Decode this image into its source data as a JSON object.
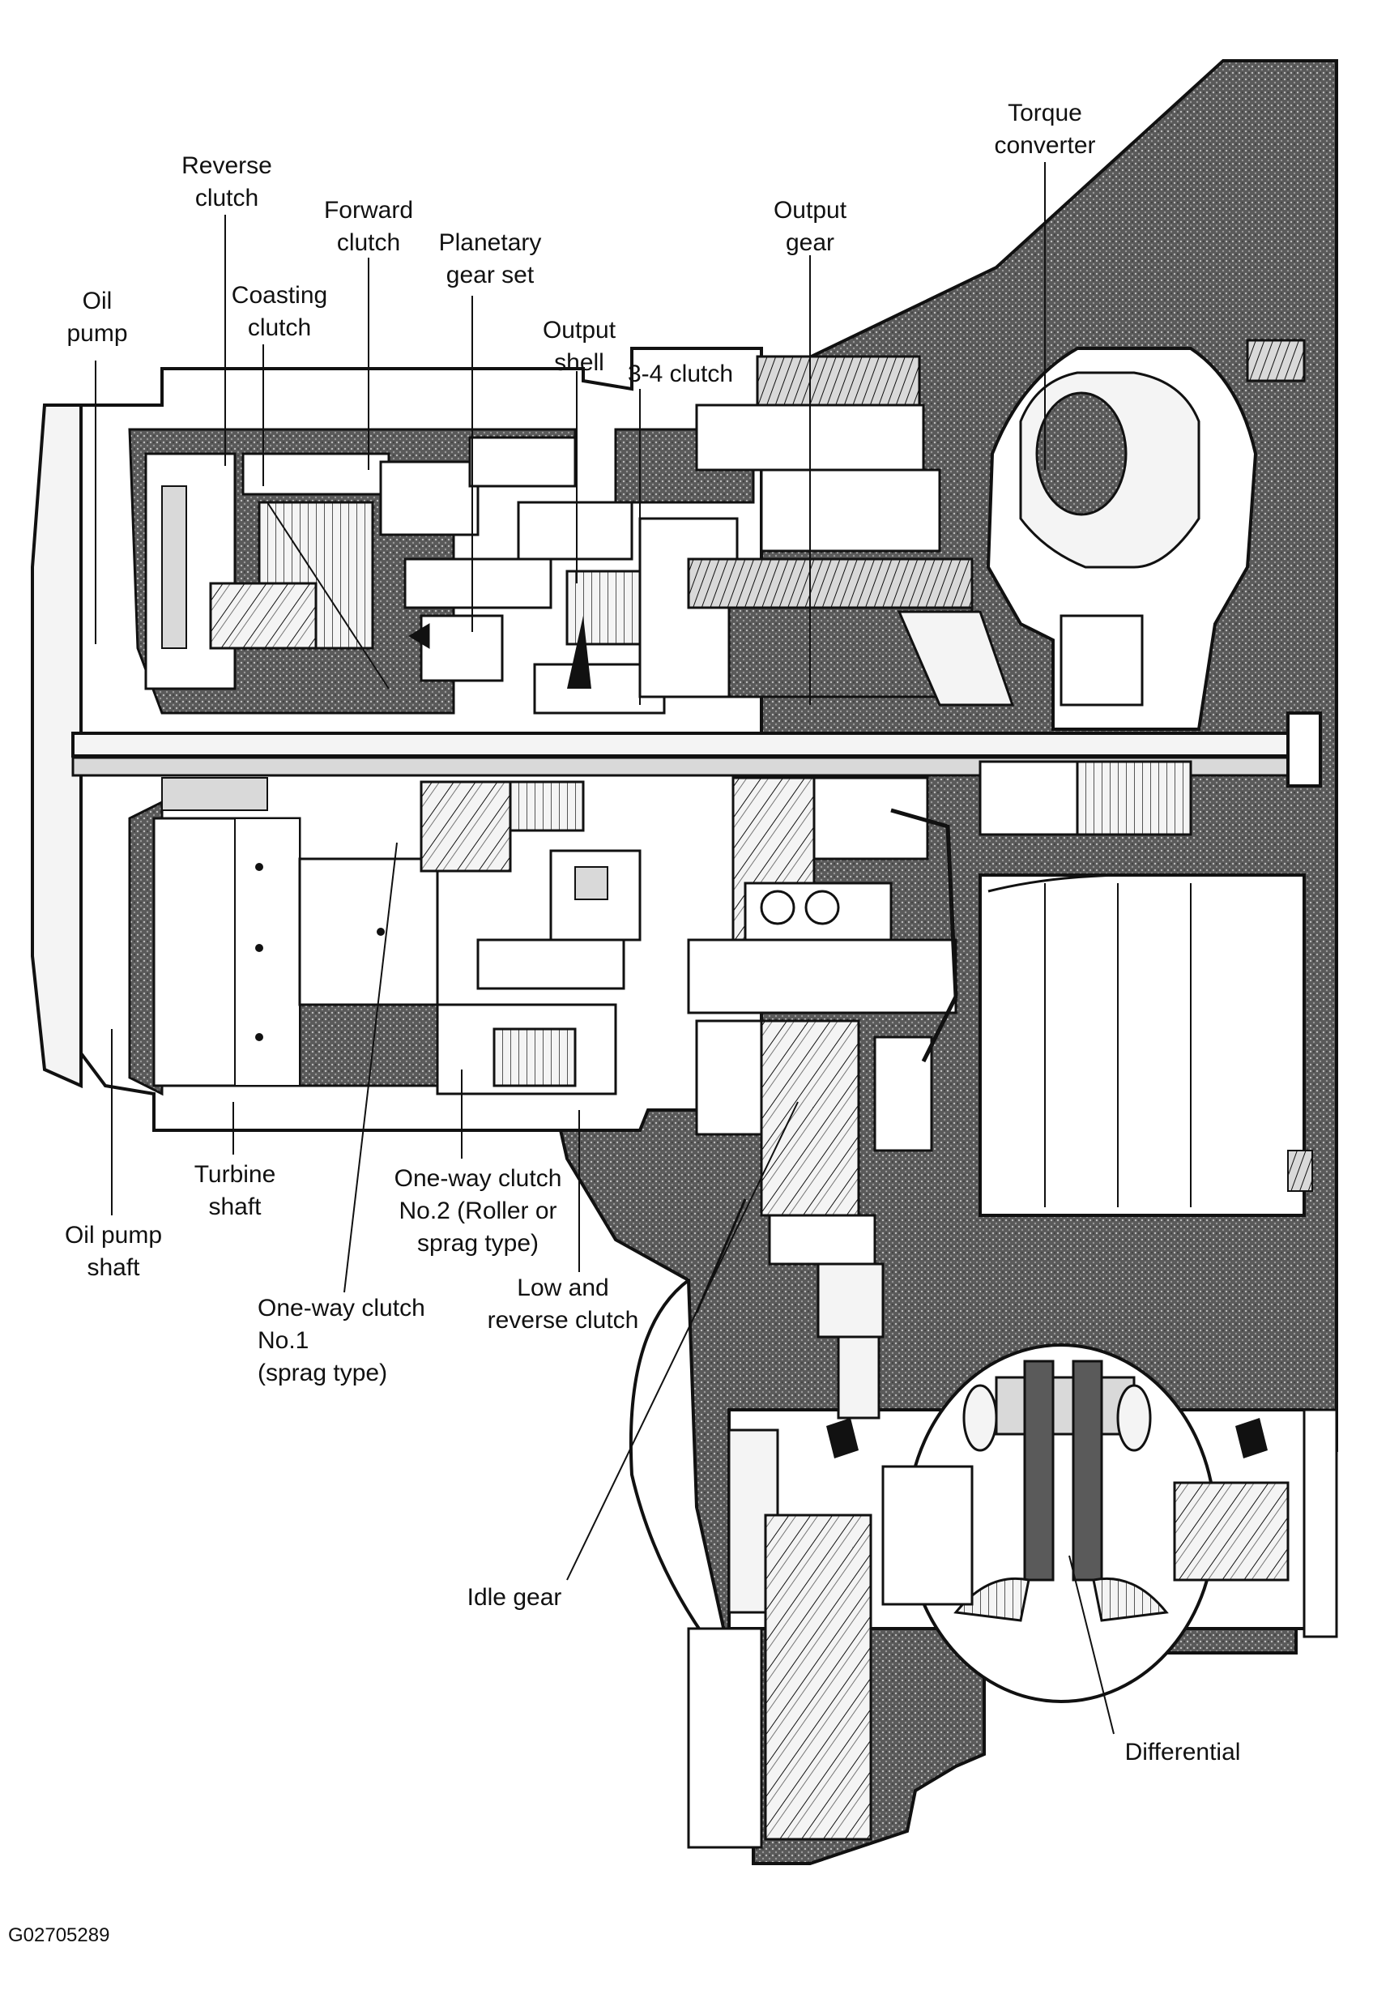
{
  "figure_id": "G02705289",
  "labels": {
    "reverse_clutch": "Reverse\nclutch",
    "forward_clutch": "Forward\nclutch",
    "planetary_gear_set": "Planetary\ngear set",
    "coasting_clutch": "Coasting\nclutch",
    "oil_pump": "Oil\npump",
    "output_shell": "Output\nshell",
    "three_four_clutch": "3-4 clutch",
    "output_gear": "Output\ngear",
    "torque_converter": "Torque\nconverter",
    "turbine_shaft": "Turbine\nshaft",
    "oil_pump_shaft": "Oil pump\nshaft",
    "one_way_clutch_no2": "One-way clutch\nNo.2 (Roller or\nsprag type)",
    "low_reverse_clutch": "Low and\nreverse clutch",
    "one_way_clutch_no1": "One-way clutch\nNo.1\n(sprag type)",
    "idle_gear": "Idle gear",
    "differential": "Differential"
  },
  "colors": {
    "line": "#111111",
    "hatch": "#3a3a3a",
    "hatch_bg": "#8c8c8c",
    "metal_light": "#f4f4f4",
    "metal_mid": "#d9d9d9",
    "background": "#ffffff"
  }
}
